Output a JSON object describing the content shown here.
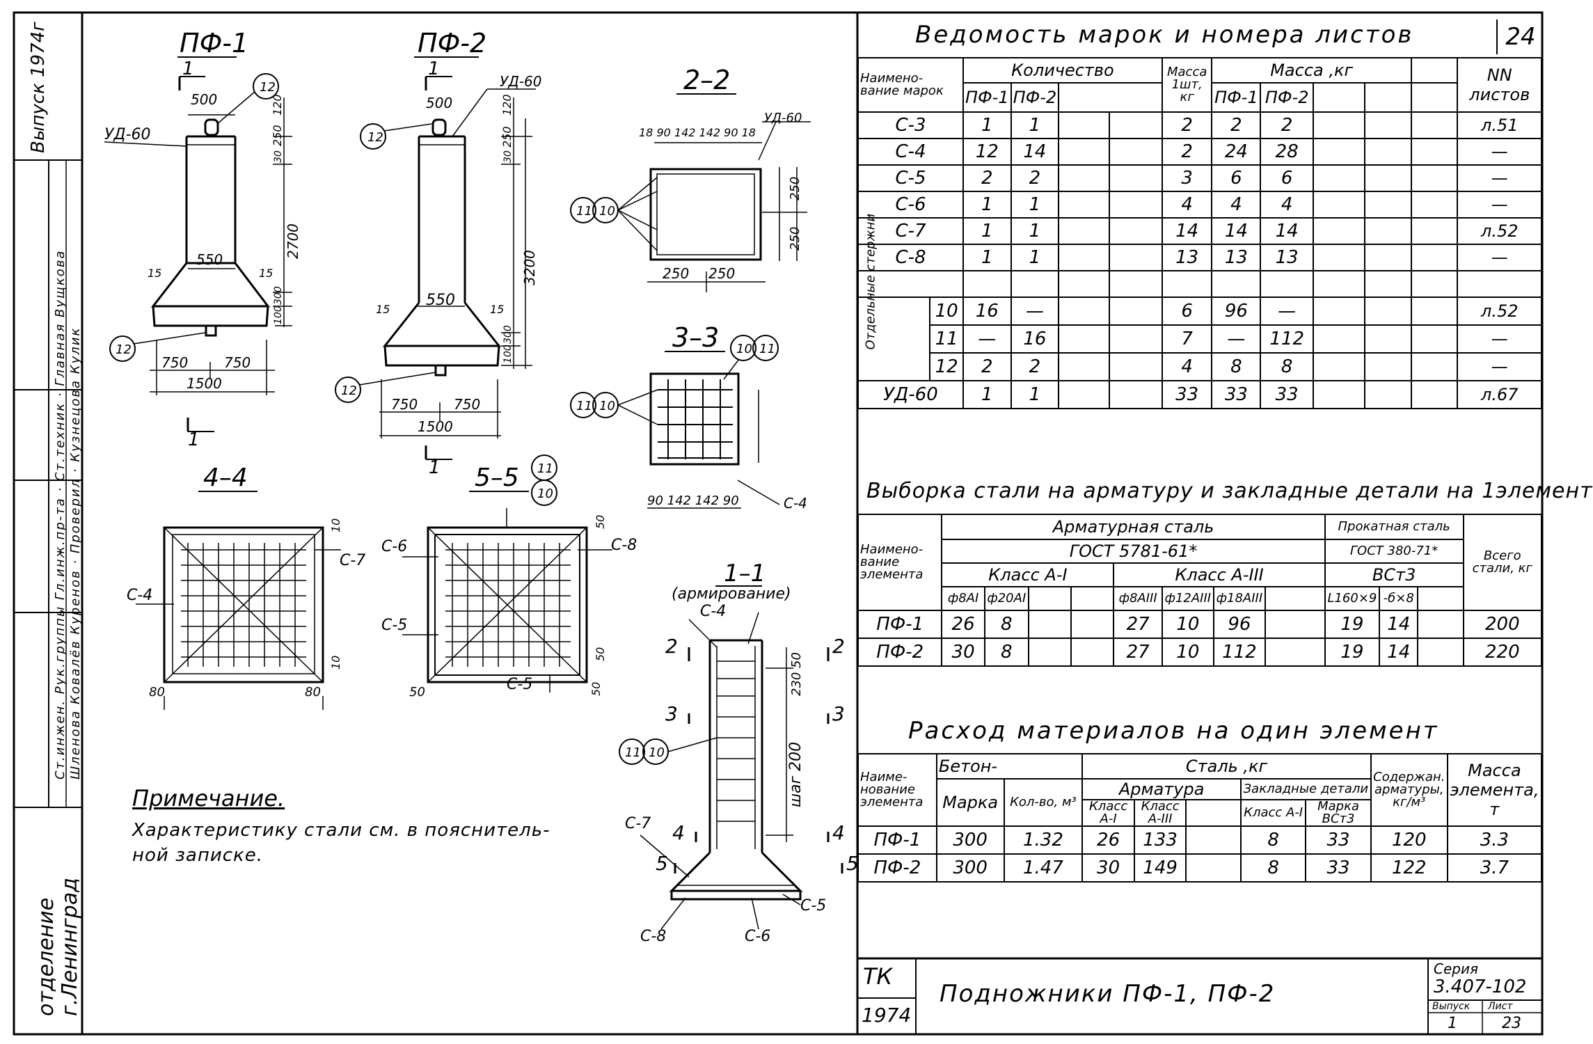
{
  "frame": {
    "sheet_no": "24"
  },
  "side_block": {
    "issue": "Выпуск 1974г",
    "signatures": [
      "Вущкова",
      "Кулик",
      "Главная",
      "Кузнецова",
      "Ст.техник",
      "Проверил",
      "Гл.инж.пр-та",
      "Куренов",
      "Рук.группы",
      "Ковалёв",
      "Ст.инжен.",
      "Шленова"
    ],
    "org": "отделение г.Ленинград"
  },
  "views": {
    "pf1": {
      "title": "ПФ-1",
      "dims": [
        "500",
        "250",
        "120",
        "30",
        "2700",
        "550",
        "15",
        "15",
        "300",
        "100",
        "750",
        "750",
        "1500"
      ],
      "section": "1",
      "callouts": [
        "12",
        "12"
      ],
      "mark": "УД-60"
    },
    "pf2": {
      "title": "ПФ-2",
      "dims": [
        "500",
        "120",
        "250",
        "30",
        "3200",
        "550",
        "15",
        "15",
        "300",
        "100",
        "750",
        "750",
        "1500"
      ],
      "section": "1",
      "callouts": [
        "12",
        "12"
      ],
      "mark": "УД-60"
    },
    "s22": {
      "title": "2–2",
      "dims_top": "18 90 142 142 90 18",
      "dims_right": [
        "250",
        "250"
      ],
      "dims_bottom": [
        "250",
        "250"
      ],
      "mark": "УД-60",
      "callouts": [
        "11",
        "10"
      ]
    },
    "s33": {
      "title": "3–3",
      "dims_bottom": "90 142 142 90",
      "mark": "С-4",
      "callouts": [
        "10",
        "11",
        "11",
        "10"
      ]
    },
    "s44": {
      "title": "4–4",
      "marks": [
        "С-4",
        "С-7"
      ],
      "dims": [
        "80",
        "80",
        "10",
        "10"
      ]
    },
    "s55": {
      "title": "5–5",
      "marks": [
        "С-6",
        "С-8",
        "С-5",
        "С-5"
      ],
      "dims": [
        "50",
        "50",
        "50",
        "50"
      ],
      "callouts": [
        "11",
        "10"
      ]
    },
    "s11": {
      "title": "1–1",
      "subtitle": "(армирование)",
      "marks": [
        "С-4",
        "С-7",
        "С-8",
        "С-6",
        "С-5"
      ],
      "labels": [
        "2",
        "3",
        "4",
        "5"
      ],
      "dims": [
        "50",
        "230",
        "шаг 200"
      ],
      "callouts": [
        "11",
        "10"
      ]
    }
  },
  "note": {
    "title": "Примечание.",
    "text1": "Характеристику стали см. в пояснитель-",
    "text2": "ной записке."
  },
  "table1": {
    "title": "Ведомость марок и номера листов",
    "head": {
      "name": "Наимено-вание марок",
      "qty": "Количество",
      "pf1": "ПФ-1",
      "pf2": "ПФ-2",
      "mass1": "Масса 1шт, кг",
      "mass": "Масса ,кг",
      "sheets": "NN листов",
      "bars": "Отдельные стержни"
    },
    "rows": [
      [
        "С-3",
        "1",
        "1",
        "2",
        "2",
        "2",
        "л.51"
      ],
      [
        "С-4",
        "12",
        "14",
        "2",
        "24",
        "28",
        "—"
      ],
      [
        "С-5",
        "2",
        "2",
        "3",
        "6",
        "6",
        "—"
      ],
      [
        "С-6",
        "1",
        "1",
        "4",
        "4",
        "4",
        "—"
      ],
      [
        "С-7",
        "1",
        "1",
        "14",
        "14",
        "14",
        "л.52"
      ],
      [
        "С-8",
        "1",
        "1",
        "13",
        "13",
        "13",
        "—"
      ],
      [
        "10",
        "16",
        "—",
        "6",
        "96",
        "—",
        "л.52"
      ],
      [
        "11",
        "—",
        "16",
        "7",
        "—",
        "112",
        "—"
      ],
      [
        "12",
        "2",
        "2",
        "4",
        "8",
        "8",
        "—"
      ],
      [
        "УД-60",
        "1",
        "1",
        "33",
        "33",
        "33",
        "л.67"
      ]
    ]
  },
  "table2": {
    "title": "Выборка стали на арматуру и закладные детали на 1элемент",
    "head": {
      "name": "Наимено-вание элемента",
      "arm": "Арматурная сталь",
      "gost1": "ГОСТ 5781-61*",
      "classA1": "Класс А-I",
      "classA3": "Класс А-III",
      "prokat": "Прокатная сталь",
      "gost2": "ГОСТ 380-71*",
      "vst": "ВСт3",
      "total": "Всего стали, кг",
      "cols": [
        "ф8АI",
        "ф20АI",
        "ф8АIII",
        "ф12АIII",
        "ф18АIII",
        "L160×9",
        "-б×8"
      ]
    },
    "rows": [
      [
        "ПФ-1",
        "26",
        "8",
        "27",
        "10",
        "96",
        "19",
        "14",
        "200"
      ],
      [
        "ПФ-2",
        "30",
        "8",
        "27",
        "10",
        "112",
        "19",
        "14",
        "220"
      ]
    ]
  },
  "table3": {
    "title": "Расход материалов на один элемент",
    "head": {
      "name": "Наиме-нование элемента",
      "beton": "Бетон-",
      "marka": "Марка",
      "vol": "Кол-во, м³",
      "steel": "Сталь ,кг",
      "arm": "Арматура",
      "kA1": "Класс А-I",
      "kA3": "Класс А-III",
      "zakl": "Закладные детали",
      "zA1": "Класс А-I",
      "zV": "Марка ВСт3",
      "content": "Содержан. арматуры, кг/м³",
      "mass": "Масса элемента, т"
    },
    "rows": [
      [
        "ПФ-1",
        "300",
        "1.32",
        "26",
        "133",
        "8",
        "33",
        "120",
        "3.3"
      ],
      [
        "ПФ-2",
        "300",
        "1.47",
        "30",
        "149",
        "8",
        "33",
        "122",
        "3.7"
      ]
    ]
  },
  "stamp": {
    "code": "ТК",
    "year": "1974",
    "title": "Подножники ПФ-1, ПФ-2",
    "series_label": "Серия",
    "series": "3.407-102",
    "issue_label": "Выпуск",
    "issue": "1",
    "sheet_label": "Лист",
    "sheet": "23"
  }
}
